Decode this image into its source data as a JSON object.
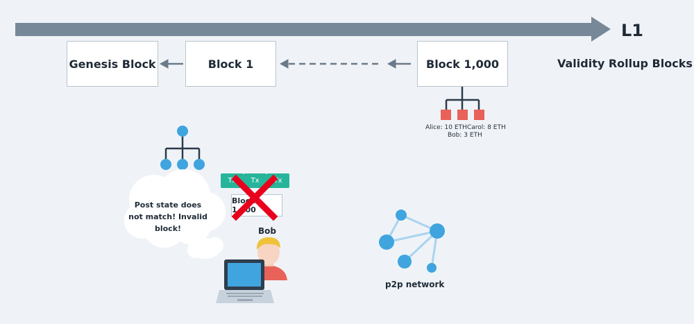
{
  "timeline": {
    "label": "L1",
    "caption": "Validity Rollup Blocks"
  },
  "blocks": [
    {
      "label": "Genesis Block"
    },
    {
      "label": "Block 1"
    },
    {
      "label": "Block 1,000"
    }
  ],
  "state": {
    "alice": "Alice: 10 ETH",
    "carol": "Carol: 8 ETH",
    "bob": "Bob: 3 ETH"
  },
  "proposed_block": {
    "tx_labels": [
      "Tx",
      "Tx",
      "Tx"
    ],
    "box_label": "Block 1,000"
  },
  "verifier": {
    "name": "Bob",
    "thought": [
      "Post state does",
      "not match! Invalid",
      "block!"
    ]
  },
  "network": {
    "label": "p2p network"
  },
  "colors": {
    "timeline": "#778899",
    "state_node": "#e8625a",
    "tree_node": "#40a4df",
    "tx": "#26b59a",
    "cross": "#e8001c",
    "network_edge": "#a9d4ef"
  },
  "icons": [
    "arrow-right-icon",
    "state-tree-icon",
    "cross-icon",
    "person-icon",
    "laptop-icon",
    "cloud-icon",
    "network-graph-icon"
  ]
}
